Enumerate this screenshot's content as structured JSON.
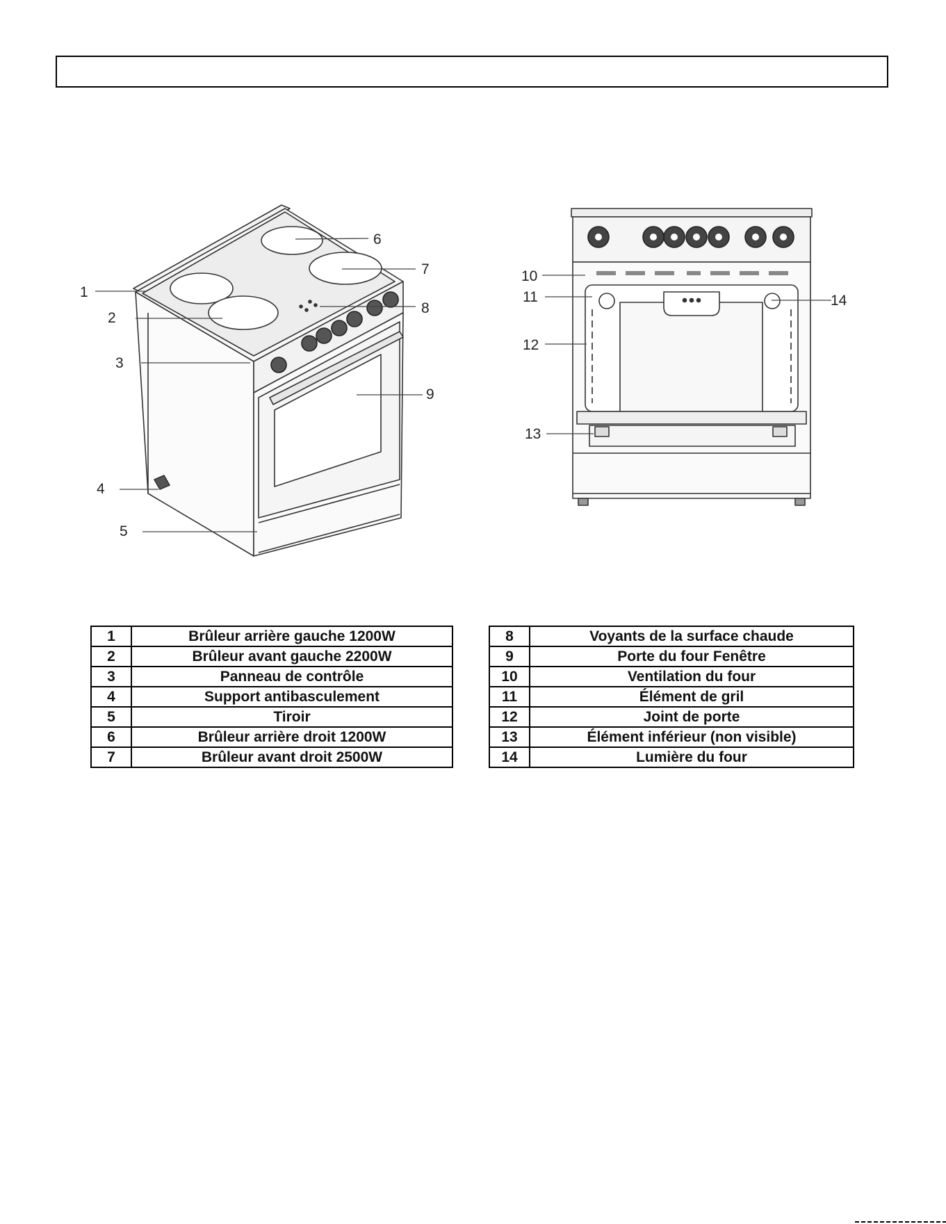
{
  "header": {
    "title": ""
  },
  "callouts_left": [
    "1",
    "2",
    "3",
    "4",
    "5",
    "6",
    "7",
    "8",
    "9"
  ],
  "callouts_right": [
    "10",
    "11",
    "12",
    "13",
    "14"
  ],
  "parts_left": [
    {
      "num": "1",
      "name": "Brûleur arrière gauche 1200W"
    },
    {
      "num": "2",
      "name": "Brûleur avant gauche 2200W"
    },
    {
      "num": "3",
      "name": "Panneau de contrôle"
    },
    {
      "num": "4",
      "name": "Support antibasculement"
    },
    {
      "num": "5",
      "name": "Tiroir"
    },
    {
      "num": "6",
      "name": "Brûleur arrière droit 1200W"
    },
    {
      "num": "7",
      "name": "Brûleur avant droit 2500W"
    }
  ],
  "parts_right": [
    {
      "num": "8",
      "name": "Voyants de la surface chaude"
    },
    {
      "num": "9",
      "name": "Porte du four Fenêtre"
    },
    {
      "num": "10",
      "name": "Ventilation du four"
    },
    {
      "num": "11",
      "name": "Élément de gril"
    },
    {
      "num": "12",
      "name": "Joint de porte"
    },
    {
      "num": "13",
      "name": "Élément inférieur (non visible)"
    },
    {
      "num": "14",
      "name": "Lumière du four"
    }
  ]
}
